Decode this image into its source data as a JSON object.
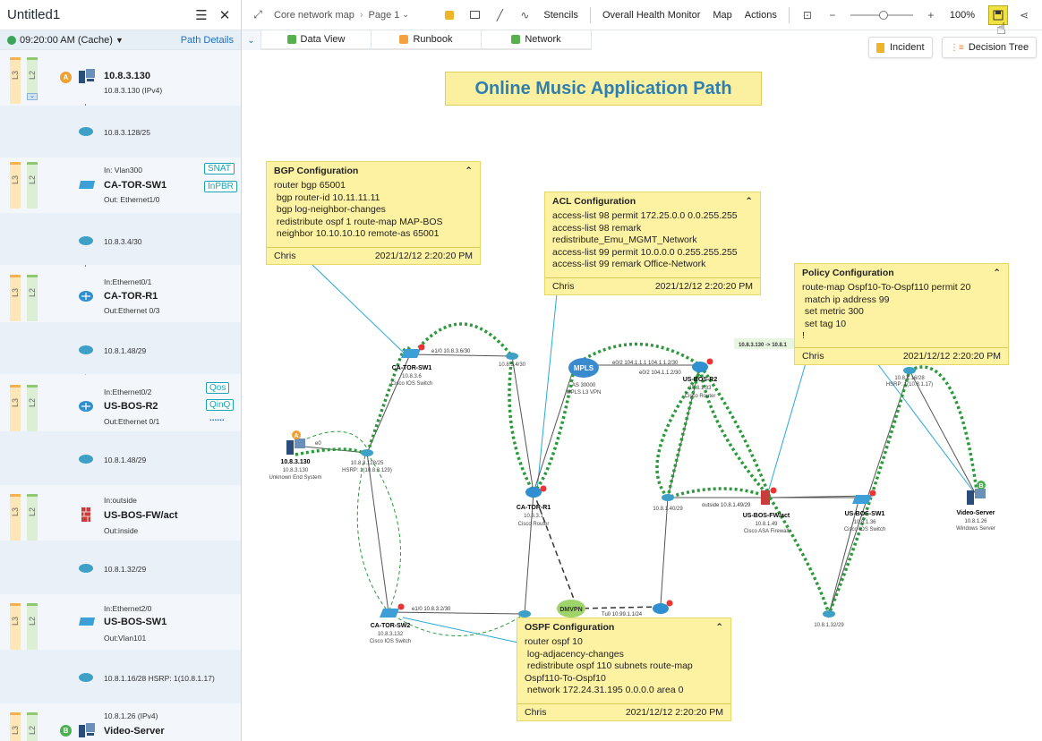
{
  "left_panel": {
    "title": "Untitled1",
    "time": "09:20:00 AM (Cache)",
    "path_details": "Path Details",
    "layer_l3": "L3",
    "layer_l2": "L2",
    "devices": [
      {
        "name": "10.8.3.130",
        "line": "10.8.3.130 (IPv4)",
        "badge": "A"
      },
      {
        "in": "In: Vlan300",
        "name": "CA-TOR-SW1",
        "out": "Out: Ethernet1/0",
        "tags": [
          "SNAT",
          "InPBR"
        ]
      },
      {
        "in": "In:Ethernet0/1",
        "name": "CA-TOR-R1",
        "out": "Out:Ethernet 0/3"
      },
      {
        "in": "In:Ethernet0/2",
        "name": "US-BOS-R2",
        "out": "Out:Ethernet 0/1",
        "tags": [
          "Qos",
          "QinQ"
        ],
        "more": "......"
      },
      {
        "in": "In:outside",
        "name": "US-BOS-FW/act",
        "out": "Out:inside"
      },
      {
        "in": "In:Ethernet2/0",
        "name": "US-BOS-SW1",
        "out": "Out:Vlan101"
      },
      {
        "line": "10.8.1.26 (IPv4)",
        "name": "Video-Server",
        "badge": "B"
      }
    ],
    "subnets": [
      "10.8.3.128/25",
      "10.8.3.4/30",
      "10.8.1.48/29",
      "10.8.1.48/29",
      "10.8.1.32/29",
      "10.8.1.16/28 HSRP: 1(10.8.1.17)"
    ]
  },
  "toolbar": {
    "map_name": "Core network map",
    "page": "Page 1",
    "stencils": "Stencils",
    "health": "Overall Health Monitor",
    "map": "Map",
    "actions": "Actions",
    "zoom": "100%"
  },
  "tabs": [
    {
      "label": "Data View",
      "color": "#56b04c"
    },
    {
      "label": "Runbook",
      "color": "#f5a142"
    },
    {
      "label": "Network",
      "color": "#56b04c"
    }
  ],
  "canvas_buttons": {
    "incident": "Incident",
    "decision_tree": "Decision Tree"
  },
  "diagram_title": "Online Music Application Path",
  "notes": {
    "bgp": {
      "title": "BGP Configuration",
      "body": "router bgp 65001\n bgp router-id 10.11.11.11\n bgp log-neighbor-changes\n redistribute ospf 1 route-map MAP-BOS\n neighbor 10.10.10.10 remote-as 65001",
      "author": "Chris",
      "date": "2021/12/12 2:20:20 PM"
    },
    "acl": {
      "title": "ACL Configuration",
      "body": "access-list 98 permit 172.25.0.0 0.0.255.255\naccess-list 98 remark\nredistribute_Emu_MGMT_Network\naccess-list 99 permit 10.0.0.0 0.255.255.255\naccess-list 99 remark Office-Network",
      "author": "Chris",
      "date": "2021/12/12 2:20:20 PM"
    },
    "policy": {
      "title": "Policy Configuration",
      "body": "route-map Ospf10-To-Ospf110 permit 20\n match ip address 99\n set metric 300\n set tag 10\n!",
      "author": "Chris",
      "date": "2021/12/12 2:20:20 PM"
    },
    "ospf": {
      "title": "OSPF Configuration",
      "body": "router ospf 10\n log-adjacency-changes\n redistribute ospf 110 subnets route-map\nOspf110-To-Ospf10\n network 172.24.31.195 0.0.0.0 area 0",
      "author": "Chris",
      "date": "2021/12/12 2:20:20 PM"
    }
  },
  "nodes": {
    "host": {
      "name": "10.8.3.130",
      "ip": "10.8.3.130",
      "type": "Unknown End System",
      "badge": "A"
    },
    "catorsw1": {
      "name": "CA-TOR-SW1",
      "ip": "10.8.3.6",
      "type": "Cisco IOS Switch"
    },
    "catorr1": {
      "name": "CA-TOR-R1",
      "ip": "10.8.3.1",
      "type": "Cisco Router"
    },
    "catorsw2": {
      "name": "CA-TOR-SW2",
      "ip": "10.8.3.132",
      "type": "Cisco IOS Switch"
    },
    "mpls": {
      "name": "MPLS",
      "as": "AS 30000",
      "type": "MPLS L3 VPN"
    },
    "usbosr2": {
      "name": "US-BOS-R2",
      "ip": "10.8.1.33",
      "type": "Cisco Router"
    },
    "usbosfw": {
      "name": "US-BOS-FW/act",
      "ip": "10.8.1.49",
      "type": "Cisco ASA Firewall"
    },
    "usbossw1": {
      "name": "US-BOS-SW1",
      "ip": "10.8.1.36",
      "type": "Cisco IOS Switch"
    },
    "video": {
      "name": "Video-Server",
      "ip": "10.8.1.26",
      "type": "Windows Server",
      "badge": "B"
    },
    "dmvpn": {
      "name": "DMVPN"
    },
    "sub_a": "10.8.3.128/25",
    "sub_a2": "HSRP: 1(10.8.3.129)",
    "sub_b": "10.8.3.4/30",
    "sub_c": "10.8.1.40/29",
    "sub_d": "10.8.1.32/29",
    "sub_e": "10.8.1.16/28",
    "sub_e2": "HSRP: 1(10.8.1.17)",
    "link_a": "e1/0 10.8.3.6/30",
    "link_b": "e0/2 104.1.1.1 104.1.1.2/30",
    "link_c": "e0/2 104.1.1.2/30",
    "link_d": "outside 10.8.1.49/29",
    "link_e": "e1/0 10.8.3.2/30",
    "link_f": "Tu0 10.99.1.1/24",
    "link_g": "e0",
    "callout": "10.8.3.130 -> 10.8.1"
  }
}
